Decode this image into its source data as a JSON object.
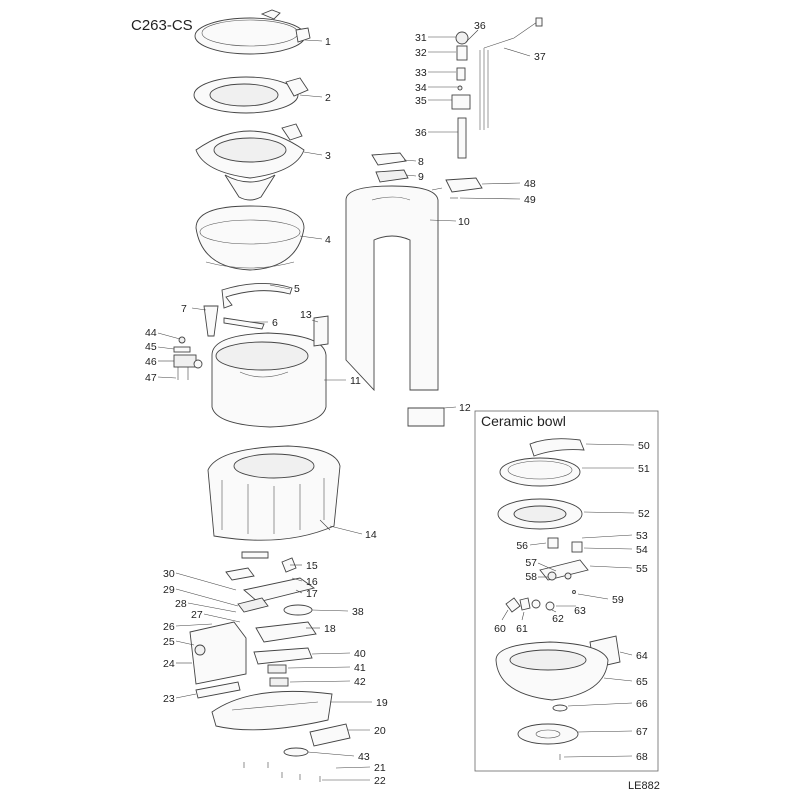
{
  "title": "C263-CS",
  "code": "LE882",
  "ceramic_box_title": "Ceramic bowl",
  "labels": [
    "1",
    "2",
    "3",
    "4",
    "5",
    "6",
    "7",
    "8",
    "9",
    "10",
    "11",
    "12",
    "13",
    "14",
    "15",
    "16",
    "17",
    "18",
    "19",
    "20",
    "21",
    "22",
    "23",
    "24",
    "25",
    "26",
    "27",
    "28",
    "29",
    "30",
    "31",
    "32",
    "33",
    "34",
    "35",
    "36",
    "36",
    "37",
    "38",
    "40",
    "41",
    "42",
    "43",
    "44",
    "45",
    "46",
    "47",
    "48",
    "49",
    "50",
    "51",
    "52",
    "53",
    "54",
    "55",
    "56",
    "57",
    "58",
    "59",
    "60",
    "61",
    "62",
    "63",
    "64",
    "65",
    "66",
    "67",
    "68"
  ]
}
